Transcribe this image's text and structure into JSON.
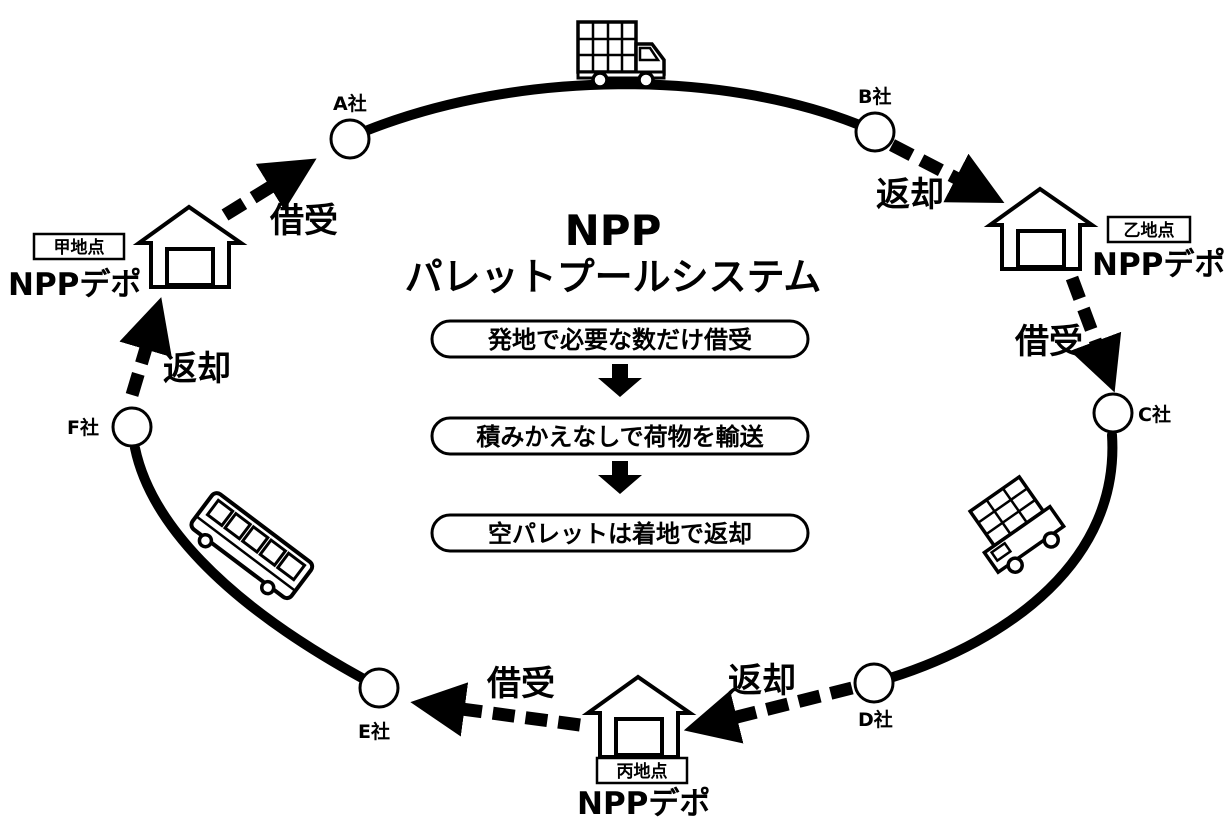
{
  "title": {
    "line1": "NPP",
    "line2": "パレットプールシステム"
  },
  "steps": [
    "発地で必要な数だけ借受",
    "積みかえなしで荷物を輸送",
    "空パレットは着地で返却"
  ],
  "companies": {
    "a": "A社",
    "b": "B社",
    "c": "C社",
    "d": "D社",
    "e": "E社",
    "f": "F社"
  },
  "depots": {
    "kou": {
      "location": "甲地点",
      "name": "NPPデポ"
    },
    "otsu": {
      "location": "乙地点",
      "name": "NPPデポ"
    },
    "hei": {
      "location": "丙地点",
      "name": "NPPデポ"
    }
  },
  "actions": {
    "borrow": "借受",
    "return": "返却"
  },
  "colors": {
    "ink": "#000000",
    "paper": "#ffffff"
  },
  "icons": [
    "truck-icon",
    "van-icon",
    "bus-icon",
    "warehouse-icon",
    "down-arrow-icon"
  ]
}
